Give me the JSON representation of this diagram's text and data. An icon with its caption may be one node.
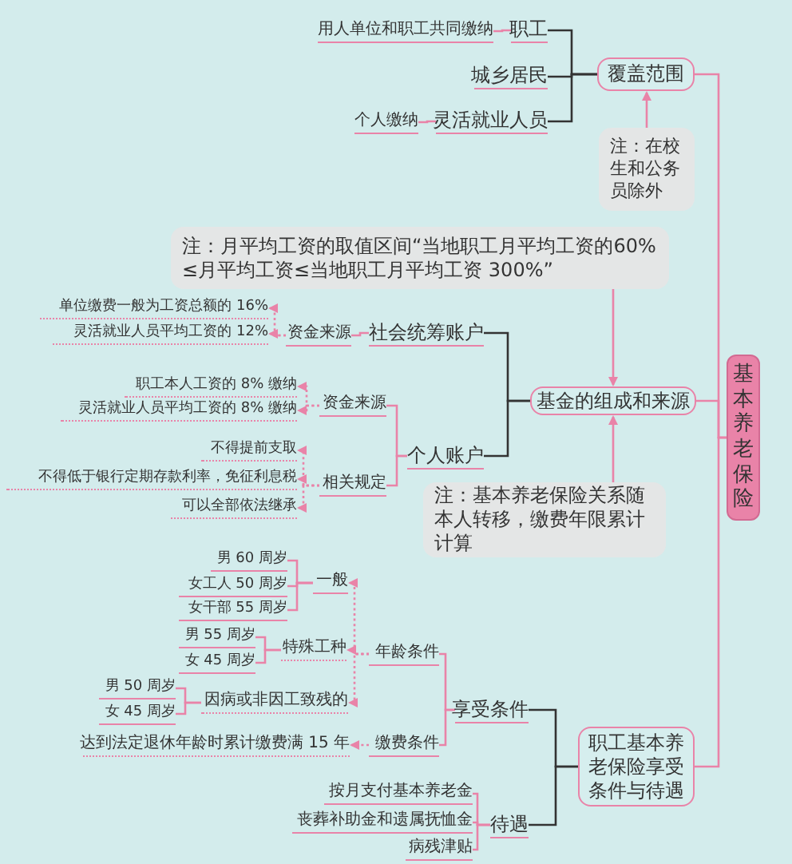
{
  "diagram": {
    "nodes": [
      {
        "text": [
          "基本养老保险"
        ]
      },
      {
        "text": [
          "覆盖范围"
        ]
      },
      {
        "text": [
          "职工"
        ]
      },
      {
        "text": [
          "用人单位和职工共同缴纳"
        ]
      },
      {
        "text": [
          "城乡居民"
        ]
      },
      {
        "text": [
          "灵活就业人员"
        ]
      },
      {
        "text": [
          "个人缴纳"
        ]
      },
      {
        "text": [
          "注：在校生和公务员除外"
        ]
      },
      {
        "text": [
          "注：月平均工资的取值区间“当地职工月平均工资的60% ≤月平均工资≤当地职工月平均工资 300%”"
        ]
      },
      {
        "text": [
          "基金的组成和来源"
        ]
      },
      {
        "text": [
          "社会统筹账户"
        ]
      },
      {
        "text": [
          "资金来源"
        ]
      },
      {
        "text": [
          "单位缴费一般为工资总额的 16%"
        ]
      },
      {
        "text": [
          "灵活就业人员平均工资的 12%"
        ]
      },
      {
        "text": [
          "个人账户"
        ]
      },
      {
        "text": [
          "资金来源"
        ]
      },
      {
        "text": [
          "职工本人工资的 8% 缴纳"
        ]
      },
      {
        "text": [
          "灵活就业人员平均工资的 8% 缴纳"
        ]
      },
      {
        "text": [
          "相关规定"
        ]
      },
      {
        "text": [
          "不得提前支取"
        ]
      },
      {
        "text": [
          "不得低于银行定期存款利率，免征利息税"
        ]
      },
      {
        "text": [
          "可以全部依法继承"
        ]
      },
      {
        "text": [
          "注：基本养老保险关系随本人转移，缴费年限累计计算"
        ]
      },
      {
        "text": [
          "职工基本养老保险享受条件与待遇"
        ]
      },
      {
        "text": [
          "享受条件"
        ]
      },
      {
        "text": [
          "年龄条件"
        ]
      },
      {
        "text": [
          "一般"
        ]
      },
      {
        "text": [
          "男 60 周岁"
        ]
      },
      {
        "text": [
          "女工人 50 周岁"
        ]
      },
      {
        "text": [
          "女干部 55 周岁"
        ]
      },
      {
        "text": [
          "特殊工种"
        ]
      },
      {
        "text": [
          "男 55 周岁"
        ]
      },
      {
        "text": [
          "女 45 周岁"
        ]
      },
      {
        "text": [
          "因病或非因工致残的"
        ]
      },
      {
        "text": [
          "男 50 周岁"
        ]
      },
      {
        "text": [
          "女 45 周岁"
        ]
      },
      {
        "text": [
          "缴费条件"
        ]
      },
      {
        "text": [
          "达到法定退休年龄时累计缴费满 15 年"
        ]
      },
      {
        "text": [
          "待遇"
        ]
      },
      {
        "text": [
          "按月支付基本养老金"
        ]
      },
      {
        "text": [
          "丧葬补助金和遗属抚恤金"
        ]
      },
      {
        "text": [
          "病残津贴"
        ]
      }
    ],
    "edges": [
      {
        "from": 0,
        "to": 1,
        "arrow": "none"
      },
      {
        "from": 0,
        "to": 9,
        "arrow": "none"
      },
      {
        "from": 0,
        "to": 23,
        "arrow": "none"
      },
      {
        "from": 1,
        "to": 2,
        "arrow": "none",
        "color": "#333333"
      },
      {
        "from": 1,
        "to": 4,
        "arrow": "none",
        "color": "#333333"
      },
      {
        "from": 1,
        "to": 5,
        "arrow": "none",
        "color": "#333333"
      },
      {
        "from": 2,
        "to": 3,
        "arrow": "none"
      },
      {
        "from": 5,
        "to": 6,
        "arrow": "none"
      },
      {
        "from": 7,
        "to": 1,
        "arrow": "to"
      },
      {
        "from": 8,
        "to": 9,
        "arrow": "to"
      },
      {
        "from": 22,
        "to": 9,
        "arrow": "to"
      },
      {
        "from": 9,
        "to": 10,
        "arrow": "none",
        "color": "#333333"
      },
      {
        "from": 9,
        "to": 14,
        "arrow": "none",
        "color": "#333333"
      },
      {
        "from": 10,
        "to": 11,
        "arrow": "none"
      },
      {
        "from": 11,
        "to": 12,
        "arrow": "to",
        "style": "dashed"
      },
      {
        "from": 11,
        "to": 13,
        "arrow": "to",
        "style": "dashed"
      },
      {
        "from": 14,
        "to": 15,
        "arrow": "none"
      },
      {
        "from": 14,
        "to": 18,
        "arrow": "none"
      },
      {
        "from": 15,
        "to": 16,
        "arrow": "to",
        "style": "dashed"
      },
      {
        "from": 15,
        "to": 17,
        "arrow": "to",
        "style": "dashed"
      },
      {
        "from": 18,
        "to": 19,
        "arrow": "to",
        "style": "dashed"
      },
      {
        "from": 18,
        "to": 20,
        "arrow": "to",
        "style": "dashed"
      },
      {
        "from": 18,
        "to": 21,
        "arrow": "to",
        "style": "dashed"
      },
      {
        "from": 23,
        "to": 24,
        "arrow": "none",
        "color": "#333333"
      },
      {
        "from": 23,
        "to": 38,
        "arrow": "none",
        "color": "#333333"
      },
      {
        "from": 24,
        "to": 25,
        "arrow": "none"
      },
      {
        "from": 24,
        "to": 36,
        "arrow": "none"
      },
      {
        "from": 25,
        "to": 26,
        "arrow": "to",
        "style": "dashed"
      },
      {
        "from": 25,
        "to": 30,
        "arrow": "to",
        "style": "dashed"
      },
      {
        "from": 25,
        "to": 33,
        "arrow": "to",
        "style": "dashed"
      },
      {
        "from": 26,
        "to": 27,
        "arrow": "none"
      },
      {
        "from": 26,
        "to": 28,
        "arrow": "none"
      },
      {
        "from": 26,
        "to": 29,
        "arrow": "none"
      },
      {
        "from": 30,
        "to": 31,
        "arrow": "none"
      },
      {
        "from": 30,
        "to": 32,
        "arrow": "none"
      },
      {
        "from": 33,
        "to": 34,
        "arrow": "none"
      },
      {
        "from": 33,
        "to": 35,
        "arrow": "none"
      },
      {
        "from": 36,
        "to": 37,
        "arrow": "to",
        "style": "dashed"
      },
      {
        "from": 38,
        "to": 39,
        "arrow": "none"
      },
      {
        "from": 38,
        "to": 40,
        "arrow": "none"
      },
      {
        "from": 38,
        "to": 41,
        "arrow": "none"
      }
    ]
  }
}
